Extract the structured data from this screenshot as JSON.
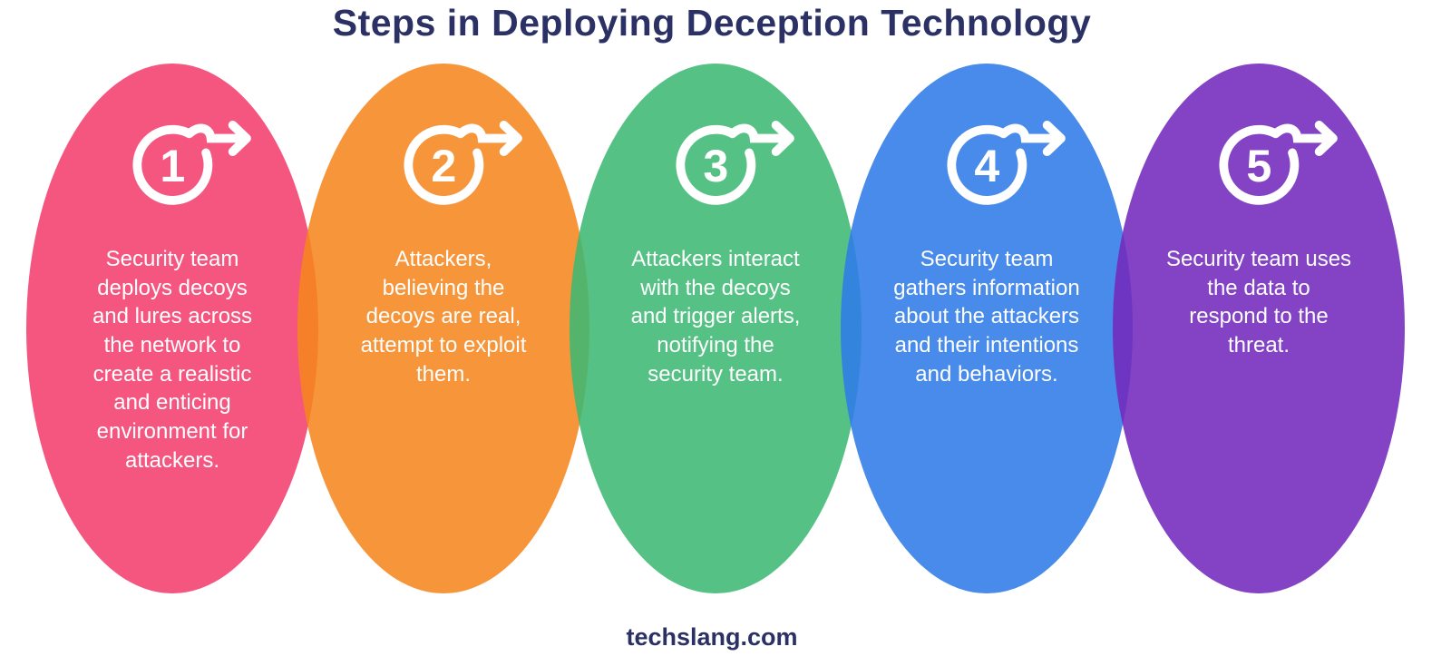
{
  "title": "Steps in Deploying Deception Technology",
  "footer": "techslang.com",
  "colors": {
    "title_text": "#2B3164",
    "footer_text": "#2B3164",
    "step_text": "#FFFFFF",
    "background": "#FFFFFF"
  },
  "icons": {
    "step_badge": "number-in-circle-with-arrow-right-icon"
  },
  "steps": [
    {
      "number": "1",
      "color": "#F23F6D",
      "text": "Security team deploys decoys and lures across the network to create a realistic and enticing environment for attackers."
    },
    {
      "number": "2",
      "color": "#F6861F",
      "text": "Attackers, believing the decoys are real, attempt to exploit them."
    },
    {
      "number": "3",
      "color": "#3FB873",
      "text": "Attackers interact with the decoys and trigger alerts, notifying the security team."
    },
    {
      "number": "4",
      "color": "#2F7BE8",
      "text": "Security team gathers information about the attackers and their intentions and behaviors."
    },
    {
      "number": "5",
      "color": "#7229BC",
      "text": "Security team uses the data to respond to the threat."
    }
  ]
}
